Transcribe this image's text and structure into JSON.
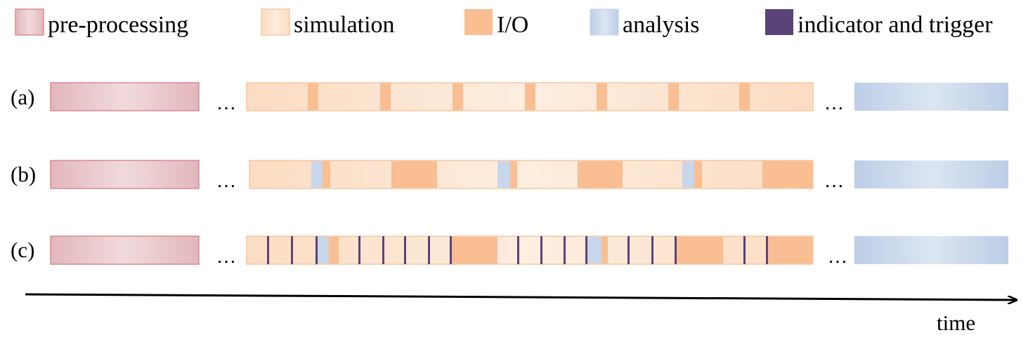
{
  "legend": [
    {
      "key": "pre",
      "label": "pre-processing"
    },
    {
      "key": "sim",
      "label": "simulation"
    },
    {
      "key": "io",
      "label": "I/O"
    },
    {
      "key": "ana",
      "label": "analysis"
    },
    {
      "key": "ind",
      "label": "indicator and trigger"
    }
  ],
  "colors": {
    "pre_fill": "#e7c4c7",
    "pre_stroke": "#d98a8f",
    "sim_fill": "#fde3cc",
    "sim_stroke": "#f6c79f",
    "io_fill": "#f9be92",
    "ana_fill": "#c8d6ea",
    "ind_fill": "#5a4378"
  },
  "rows": [
    {
      "label": "(a)"
    },
    {
      "label": "(b)"
    },
    {
      "label": "(c)"
    }
  ],
  "ellipsis": "…",
  "axis": {
    "label": "time"
  }
}
